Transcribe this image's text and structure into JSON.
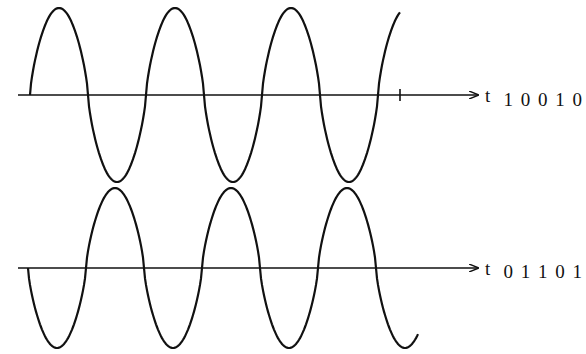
{
  "diagram": {
    "labels": [
      "t",
      "1 0 0 1 0",
      "t",
      "0 1 1 0 1"
    ]
  }
}
